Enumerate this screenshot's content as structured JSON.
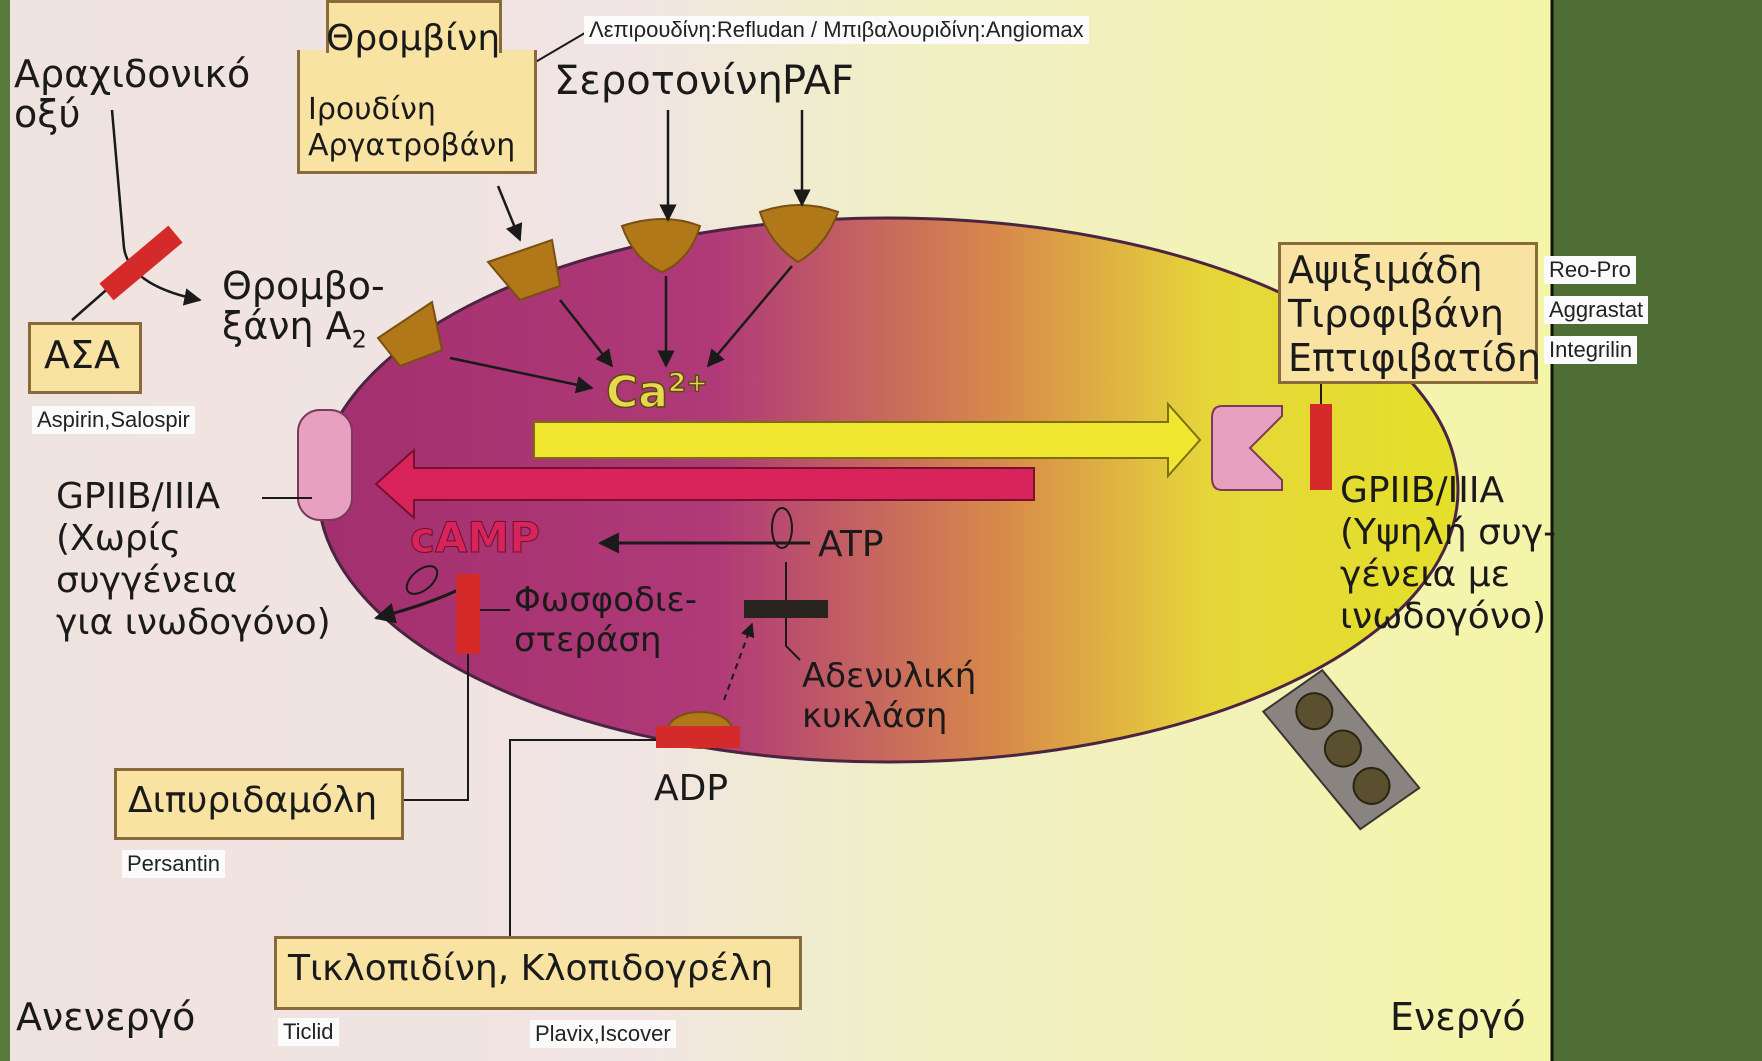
{
  "labels": {
    "arachidonic": "Αραχιδονικό\nοξύ",
    "thrombin": "Θρομβίνη",
    "serotonin": "Σεροτονίνη",
    "paf": "PAF",
    "thromboxane_main": "Θρομβο-\nξάνη A",
    "thromboxane_sub": "2",
    "ca_main": "Ca",
    "ca_sup": "2+",
    "gp_left": "GPIIB/IIIA\n(Χωρίς\nσυγγένεια\nγια ινωδογόνο)",
    "gp_right": "GPIIB/IIIA\n(Υψηλή συγ-\nγένεια με\nινωδογόνο)",
    "camp": "cAMP",
    "atp": "ATP",
    "pde": "Φωσφοδιε-\nστεράση",
    "adenylyl": "Αδενυλική\nκυκλάση",
    "adp": "ADP",
    "inactive": "Ανενεργό",
    "active": "Ενεργό"
  },
  "boxes": {
    "asa": "ΑΣΑ",
    "thrombin_inhibitors": "Ιρουδίνη\nΑργατροβάνη",
    "gp_blockers": "Αψιξιμάδη\nΤιροφιβάνη\nΕπτιφιβατίδη",
    "dipyridamole": "Διπυριδαμόλη",
    "ticlopidine": "Τικλοπιδίνη, Κλοπιδογρέλη"
  },
  "tags": {
    "lepirudin": "Λεπιρουδίνη:Refludan / Μπιβαλουριδίνη:Angiomax",
    "aspirin": "Aspirin,Salospir",
    "reopro": "Reo-Pro",
    "aggrastat": "Aggrastat",
    "integrilin": "Integrilin",
    "persantin": "Persantin",
    "ticlid": "Ticlid",
    "plavix": "Plavix,Iscover"
  },
  "colors": {
    "frame": "#5a7a3c",
    "page": "#f1e9d2",
    "cell_inactive": "#a8346f",
    "cell_active": "#e2e02c",
    "box_fill": "#f8e3a2",
    "receptor": "#b07818",
    "drug_bar": "#d42a2a",
    "arrow_red": "#d8245a",
    "arrow_yellow": "#f0e630",
    "gp_receptor": "#e8a0c0"
  }
}
